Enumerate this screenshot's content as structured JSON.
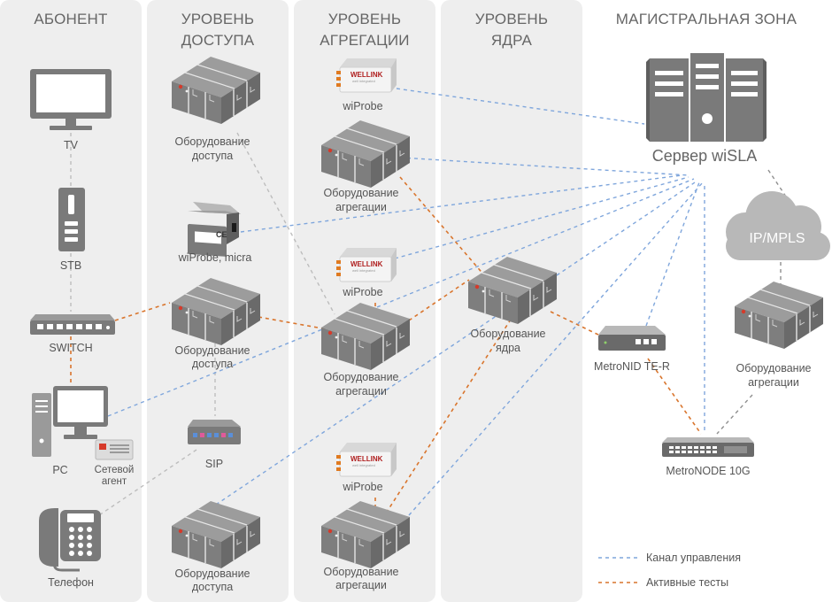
{
  "columns": {
    "subscriber": {
      "title": "АБОНЕНТ"
    },
    "access": {
      "title_line1": "УРОВЕНЬ",
      "title_line2": "ДОСТУПА"
    },
    "aggregation": {
      "title_line1": "УРОВЕНЬ",
      "title_line2": "АГРЕГАЦИИ"
    },
    "core": {
      "title_line1": "УРОВЕНЬ",
      "title_line2": "ЯДРА"
    },
    "backbone": {
      "title": "МАГИСТРАЛЬНАЯ ЗОНА"
    }
  },
  "subscriber": {
    "tv": "TV",
    "stb": "STB",
    "switch": "SWITCH",
    "pc": "PC",
    "agent_line1": "Сетевой",
    "agent_line2": "агент",
    "phone": "Телефон"
  },
  "access": {
    "equip1_line1": "Оборудование",
    "equip1_line2": "доступа",
    "wiprobe_micra": "wiProbe, micra",
    "equip2_line1": "Оборудование",
    "equip2_line2": "доступа",
    "sip": "SIP",
    "equip3_line1": "Оборудование",
    "equip3_line2": "доступа"
  },
  "aggregation": {
    "wiprobe1": "wiProbe",
    "equip1_line1": "Оборудование",
    "equip1_line2": "агрегации",
    "wiprobe2": "wiProbe",
    "equip2_line1": "Оборудование",
    "equip2_line2": "агрегации",
    "wiprobe3": "wiProbe",
    "equip3_line1": "Оборудование",
    "equip3_line2": "агрегации"
  },
  "core": {
    "equip_line1": "Оборудование",
    "equip_line2": "ядра"
  },
  "backbone": {
    "server": "Сервер wiSLA",
    "cloud": "IP/MPLS",
    "equip_line1": "Оборудование",
    "equip_line2": "агрегации",
    "metronid": "MetroNID TE-R",
    "metronode": "MetroNODE 10G"
  },
  "probe_branding": {
    "brand": "WELLINK",
    "tagline": "well integrated",
    "ce_mark": "CE"
  },
  "legend": {
    "control": {
      "label": "Канал управления",
      "color": "#7fa6dc"
    },
    "tests": {
      "label": "Активные тесты",
      "color": "#d9752d"
    }
  },
  "colors": {
    "column_bg": "#eeeeee",
    "device_top": "#9c9c9c",
    "device_front": "#7e7e7e",
    "device_side": "#6a6a6a",
    "server": "#7a7a7a",
    "cloud": "#b8b8b8"
  }
}
